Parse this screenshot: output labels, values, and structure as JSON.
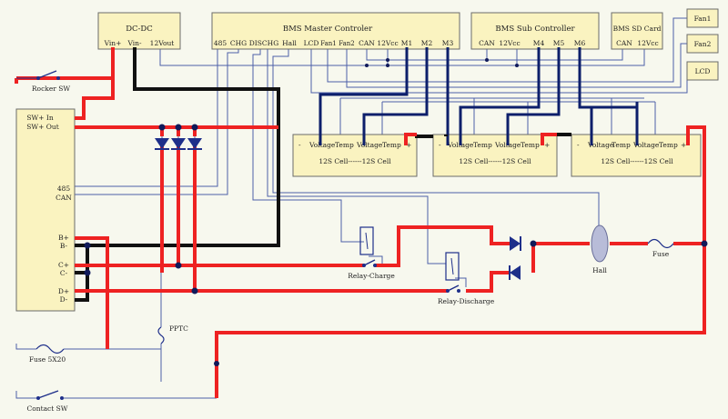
{
  "boxes": {
    "dcdc": {
      "title": "DC-DC",
      "pins": [
        "Vin+",
        "Vin-",
        "12Vout"
      ]
    },
    "master": {
      "title": "BMS Master Controler",
      "pins": [
        "485",
        "CHG",
        "DISCHG",
        "Hall",
        "LCD",
        "Fan1",
        "Fan2",
        "CAN",
        "12Vcc",
        "M1",
        "M2",
        "M3"
      ]
    },
    "sub": {
      "title": "BMS Sub Controller",
      "pins": [
        "CAN",
        "12Vcc",
        "M4",
        "M5",
        "M6"
      ]
    },
    "sdcard": {
      "title": "BMS SD Card",
      "pins": [
        "CAN",
        "12Vcc"
      ]
    },
    "fan1": {
      "label": "Fan1"
    },
    "fan2": {
      "label": "Fan2"
    },
    "lcd": {
      "label": "LCD"
    },
    "main": {
      "pins": [
        "SW+ In",
        "SW+ Out",
        "485",
        "CAN",
        "B+",
        "B-",
        "C+",
        "C-",
        "D+",
        "D-"
      ]
    }
  },
  "cells": [
    {
      "label": "12S Cell------12S Cell",
      "pins": [
        "-",
        "Voltage",
        "Temp",
        "Voltage",
        "Temp",
        "+"
      ]
    },
    {
      "label": "12S Cell------12S Cell",
      "pins": [
        "-",
        "Voltage",
        "Temp",
        "Voltage",
        "Temp",
        "+"
      ]
    },
    {
      "label": "12S Cell------12S Cell",
      "pins": [
        "-",
        "Voltage",
        "Temp",
        "Voltage",
        "Temp",
        "+"
      ]
    }
  ],
  "labels": {
    "rocker_sw": "Rocker SW",
    "relay_charge": "Relay-Charge",
    "relay_discharge": "Relay-Discharge",
    "hall": "Hall",
    "fuse": "Fuse",
    "pptc": "PPTC",
    "fuse_5x20": "Fuse 5X20",
    "contact_sw": "Contact SW"
  },
  "colors": {
    "box_fill": "#faf3c0",
    "power_wire": "#ee2222",
    "ground_wire": "#111111",
    "signal_wire": "#0d1f6b",
    "thin_wire": "#4c5fa8",
    "background": "#f7f8ee"
  }
}
